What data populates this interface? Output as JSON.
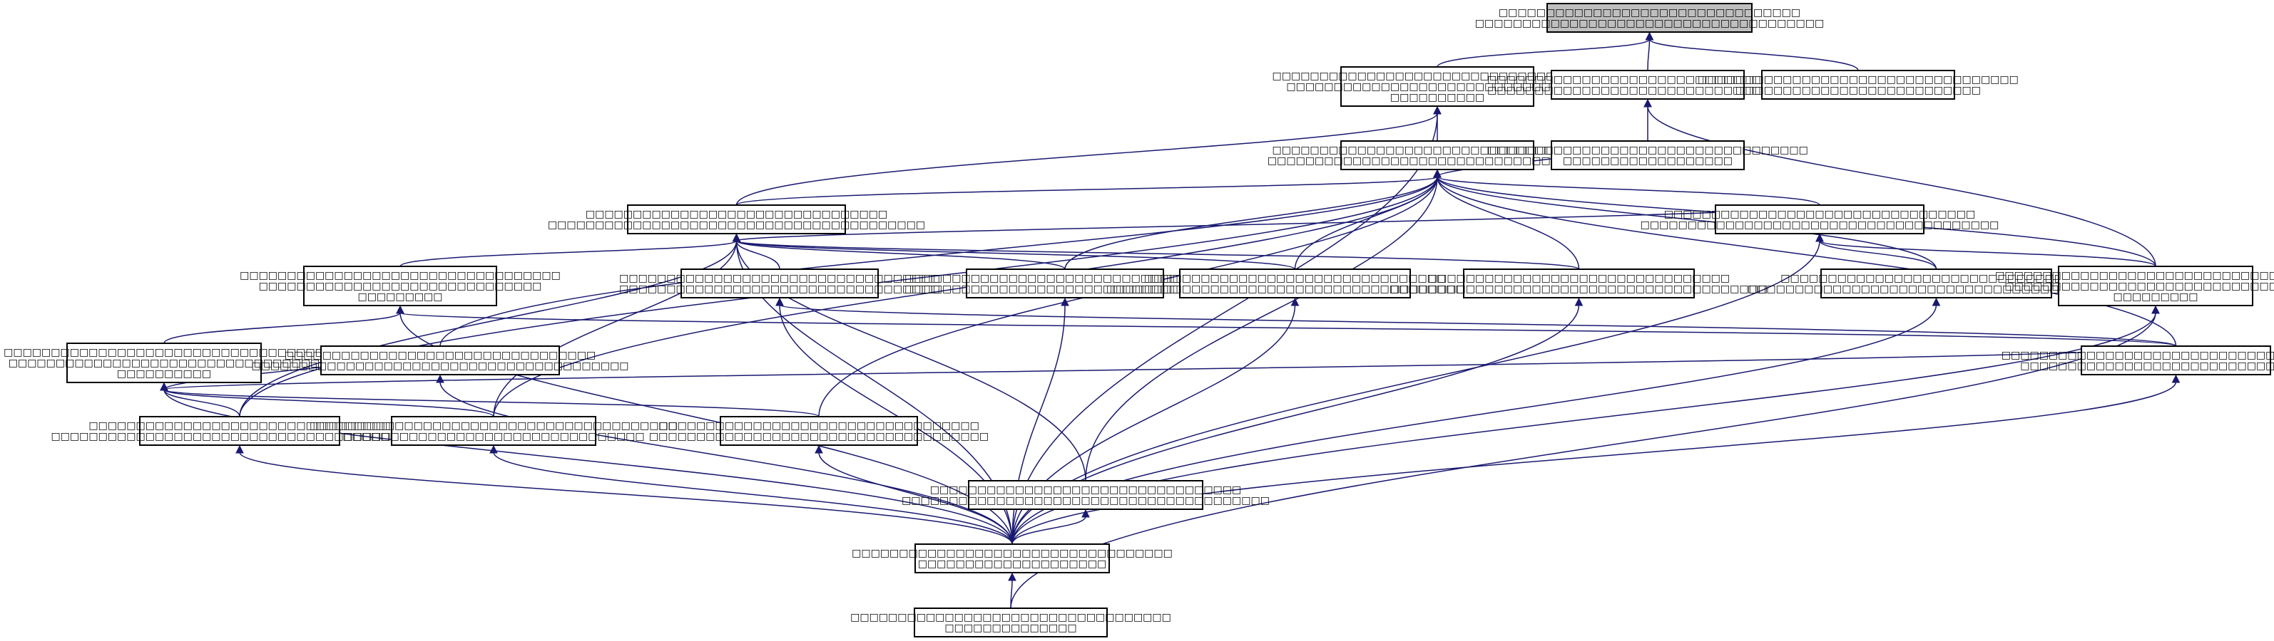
{
  "graph": {
    "style": {
      "edge_color": "#191970",
      "highlight_fill": "#bfbfbf",
      "node_fill": "#ffffff",
      "border_color": "#000000"
    },
    "nodes": [
      {
        "id": "root",
        "lines": [
          "□□□□□□□□□□□□□□□□□□□□□□□□□□□□□□□□",
          "□□□□□□□□□□□□□□□□□□□□□□□□□□□□□□□□□□□□□"
        ],
        "highlight": true
      },
      {
        "id": "n_a",
        "lines": [
          "□□□□□□□□□□□□□□□□□□□□□□□□□□□□□□□□□□□",
          "□□□□□□□□□□□□□□□□□□□□□□□□□□□□□□□□",
          "□□□□□□□□□□"
        ]
      },
      {
        "id": "n_b",
        "lines": [
          "□□□□□□□□□□□□□□□□□□□□□□□□□□□□□□□□□□",
          "□□□□□□□□□□□□□□□□□□□□□□□□□□□□□□□□□□"
        ]
      },
      {
        "id": "n_c",
        "lines": [
          "□□□□□□□□□□□□□□□□□□□□□□□□□□□□□□□□□□",
          "□□□□□□□□□□□□□□□□□□□□□□□□□□"
        ]
      },
      {
        "id": "n_d",
        "lines": [
          "□□□□□□□□□□□□□□□□□□□□□□□□□□□□□□□□□□□",
          "□□□□□□□□□□□□□□□□□□□□□□□□□□□□□□□□□□□□"
        ]
      },
      {
        "id": "n_e",
        "lines": [
          "□□□□□□□□□□□□□□□□□□□□□□□□□□□□□□□□□□",
          "□□□□□□□□□□□□□□□□□□"
        ]
      },
      {
        "id": "n_f",
        "lines": [
          "□□□□□□□□□□□□□□□□□□□□□□□□□□□□□□□□",
          "□□□□□□□□□□□□□□□□□□□□□□□□□□□□□□□□□□□□□□□□"
        ]
      },
      {
        "id": "n_g",
        "lines": [
          "□□□□□□□□□□□□□□□□□□□□□□□□□□□□□□□□□",
          "□□□□□□□□□□□□□□□□□□□□□□□□□□□□□□□□□□□□□□"
        ]
      },
      {
        "id": "n_h",
        "lines": [
          "□□□□□□□□□□□□□□□□□□□□□□□□□□□□□□□□□□",
          "□□□□□□□□□□□□□□□□□□□□□□□□□□□□□□",
          "□□□□□□□□□"
        ]
      },
      {
        "id": "n_i",
        "lines": [
          "□□□□□□□□□□□□□□□□□□□□□□□□□□□□□□□□□□",
          "□□□□□□□□□□□□□□□□□□□□□□□□□□□□□□□□□□"
        ]
      },
      {
        "id": "n_j",
        "lines": [
          "□□□□□□□□□□□□□□□□□□□□□□□□□□□□□□□□□□",
          "□□□□□□□□□□□□□□□□□□□□□□□□□□□□□□□□□□"
        ]
      },
      {
        "id": "n_k",
        "lines": [
          "□□□□□□□□□□□□□□□□□□□□□□□□□□□□□□□□",
          "□□□□□□□□□□□□□□□□□□□□□□□□□□□□□□□□□□□□□□□□"
        ]
      },
      {
        "id": "n_l",
        "lines": [
          "□□□□□□□□□□□□□□□□□□□□□□□□□□□□□□□□",
          "□□□□□□□□□□□□□□□□□□□□□□□□□□□□□□□□□□□□□□□□"
        ]
      },
      {
        "id": "n_m",
        "lines": [
          "□□□□□□□□□□□□□□□□□□□□□□□□□□□□□□□□□",
          "□□□□□□□□□□□□□□□□□□□□□□□□□□□□□□□□□□□□□□□□"
        ]
      },
      {
        "id": "n_n",
        "lines": [
          "□□□□□□□□□□□□□□□□□□□□□□□□□□□□□□□□□□",
          "□□□□□□□□□□□□□□□□□□□□□□□□□□□□□□□□□",
          "□□□□□□□□□□"
        ]
      },
      {
        "id": "n_o",
        "lines": [
          "□□□□□□□□□□□□□□□□□□□□□□□□□□□□□□□□□□",
          "□□□□□□□□□□□□□□□□□□□□□□□□□□□□□□□□",
          "□□□□□□□□□"
        ]
      },
      {
        "id": "n_p",
        "lines": [
          "□□□□□□□□□□□□□□□□□□□□□□□□□□□□□□□□□",
          "□□□□□□□□□□□□□□□□□□□□□□□□□□□□□□□□□□□□□□□□"
        ]
      },
      {
        "id": "n_q",
        "lines": [
          "□□□□□□□□□□□□□□□□□□□□□□□□□□□□□□□□□□□□□",
          "□□□□□□□□□□□□□□□□□□□□□□□□□□□□□□□□□"
        ]
      },
      {
        "id": "n_r",
        "lines": [
          "□□□□□□□□□□□□□□□□□□□□□□□□□□□□□□□□",
          "□□□□□□□□□□□□□□□□□□□□□□□□□□□□□□□□□□□□□□□□"
        ]
      },
      {
        "id": "n_s",
        "lines": [
          "□□□□□□□□□□□□□□□□□□□□□□□□□□□□□□□□□□□□□□□",
          "□□□□□□□□□□□□□□□□□□□□□□□□□□□□□□□□"
        ]
      },
      {
        "id": "n_t",
        "lines": [
          "□□□□□□□□□□□□□□□□□□□□□□□□□□□□□□□□□□",
          "□□□□□□□□□□□□□□□□□□□□□□□□□□□□□□□□□□□□"
        ]
      },
      {
        "id": "n_u",
        "lines": [
          "□□□□□□□□□□□□□□□□□□□□□□□□□□□□□□□□□",
          "□□□□□□□□□□□□□□□□□□□□□□□□□□□□□□□□□□□□□□□"
        ]
      },
      {
        "id": "n_v",
        "lines": [
          "□□□□□□□□□□□□□□□□□□□□□□□□□□□□□□□□□□",
          "□□□□□□□□□□□□□□□□□□□□"
        ]
      },
      {
        "id": "n_w",
        "lines": [
          "□□□□□□□□□□□□□□□□□□□□□□□□□□□□□□□□□□",
          "□□□□□□□□□□□□□□"
        ]
      }
    ],
    "edges": [
      [
        "root",
        "n_a"
      ],
      [
        "root",
        "n_b"
      ],
      [
        "root",
        "n_c"
      ],
      [
        "n_a",
        "n_d"
      ],
      [
        "n_b",
        "n_e"
      ],
      [
        "n_d",
        "n_e"
      ],
      [
        "n_b",
        "n_o"
      ],
      [
        "n_a",
        "n_f"
      ],
      [
        "n_d",
        "n_f"
      ],
      [
        "n_a",
        "n_v"
      ],
      [
        "n_d",
        "n_g"
      ],
      [
        "n_d",
        "n_j"
      ],
      [
        "n_d",
        "n_k"
      ],
      [
        "n_d",
        "n_l"
      ],
      [
        "n_d",
        "n_m"
      ],
      [
        "n_d",
        "n_o"
      ],
      [
        "n_d",
        "n_p"
      ],
      [
        "n_d",
        "n_q"
      ],
      [
        "n_d",
        "n_r"
      ],
      [
        "n_d",
        "n_s"
      ],
      [
        "n_d",
        "n_t"
      ],
      [
        "n_d",
        "n_u"
      ],
      [
        "n_f",
        "n_h"
      ],
      [
        "n_f",
        "n_i"
      ],
      [
        "n_f",
        "n_j"
      ],
      [
        "n_f",
        "n_k"
      ],
      [
        "n_f",
        "n_l"
      ],
      [
        "n_f",
        "n_r"
      ],
      [
        "n_f",
        "n_s"
      ],
      [
        "n_f",
        "n_u"
      ],
      [
        "n_f",
        "n_v"
      ],
      [
        "n_f",
        "n_g"
      ],
      [
        "n_h",
        "n_n"
      ],
      [
        "n_h",
        "n_q"
      ],
      [
        "n_h",
        "n_v"
      ],
      [
        "n_n",
        "n_p"
      ],
      [
        "n_n",
        "n_q"
      ],
      [
        "n_n",
        "n_r"
      ],
      [
        "n_n",
        "n_s"
      ],
      [
        "n_n",
        "n_t"
      ],
      [
        "n_n",
        "n_v"
      ],
      [
        "n_i",
        "n_q"
      ],
      [
        "n_i",
        "n_v"
      ],
      [
        "n_g",
        "n_o"
      ],
      [
        "n_g",
        "n_m"
      ],
      [
        "n_g",
        "n_v"
      ],
      [
        "n_j",
        "n_v"
      ],
      [
        "n_k",
        "n_v"
      ],
      [
        "n_l",
        "n_v"
      ],
      [
        "n_m",
        "n_v"
      ],
      [
        "n_o",
        "n_v"
      ],
      [
        "n_o",
        "n_w"
      ],
      [
        "n_p",
        "n_v"
      ],
      [
        "n_q",
        "n_v"
      ],
      [
        "n_r",
        "n_v"
      ],
      [
        "n_s",
        "n_v"
      ],
      [
        "n_t",
        "n_v"
      ],
      [
        "n_u",
        "n_v"
      ],
      [
        "n_v",
        "n_w"
      ]
    ]
  }
}
